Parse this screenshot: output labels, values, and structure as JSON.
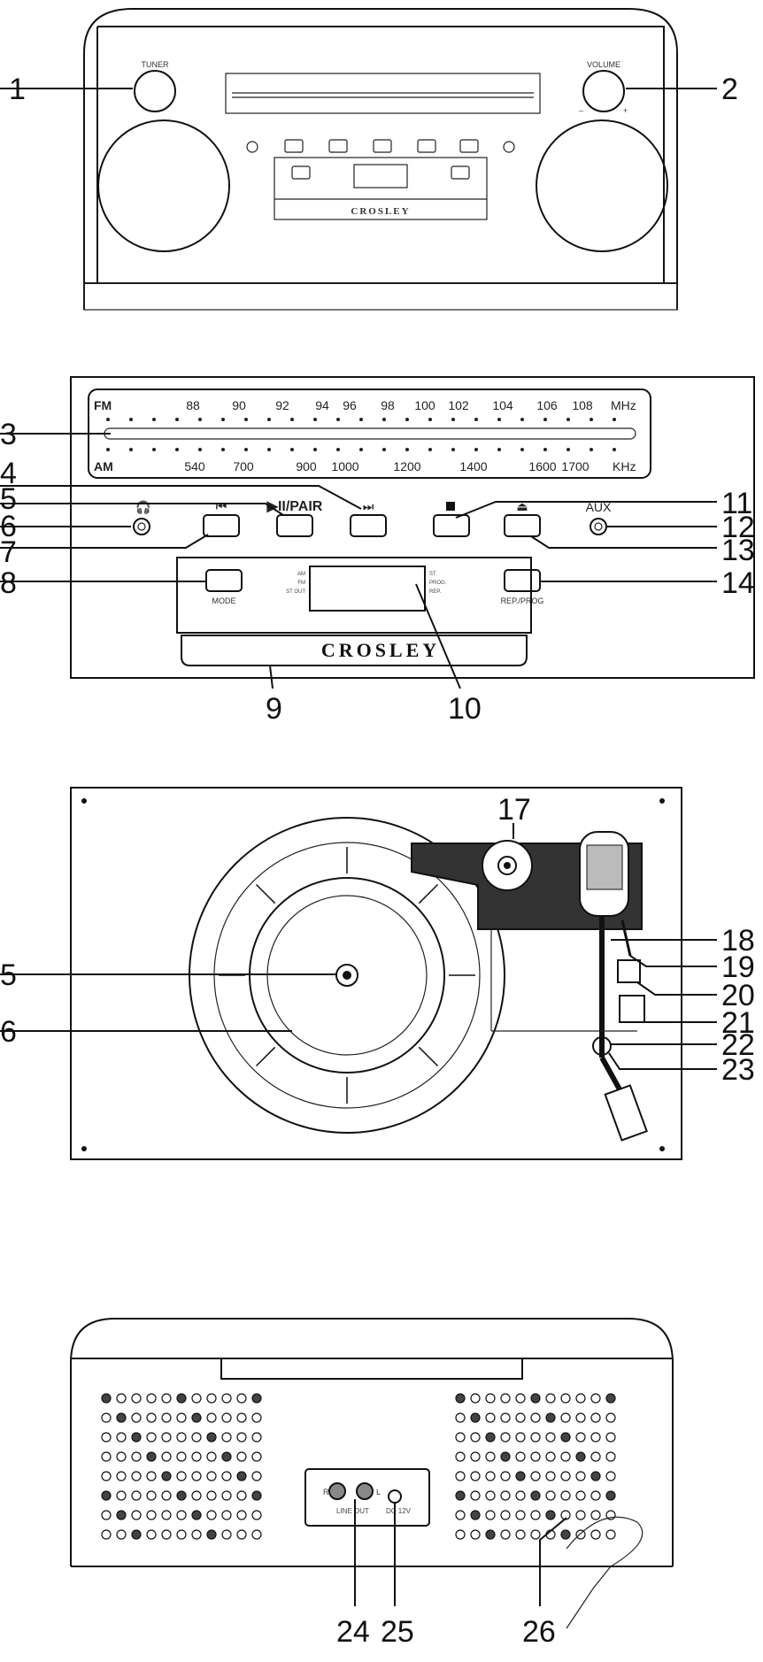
{
  "front_view": {
    "knob_left_label": "TUNER",
    "knob_right_label": "VOLUME",
    "volume_minus": "–",
    "volume_plus": "+",
    "brand": "CROSLEY"
  },
  "detail_view": {
    "fm_label": "FM",
    "fm_ticks": [
      "88",
      "90",
      "92",
      "94",
      "96",
      "98",
      "100",
      "102",
      "104",
      "106",
      "108"
    ],
    "fm_unit": "MHz",
    "am_label": "AM",
    "am_ticks": [
      "540",
      "700",
      "900",
      "1000",
      "1200",
      "1400",
      "1600",
      "1700"
    ],
    "am_unit": "KHz",
    "play_pair_label": "▶II/PAIR",
    "aux_label": "AUX",
    "mode_label": "MODE",
    "rep_prog_label": "REP./PROG",
    "display_left": [
      "AM",
      "FM",
      "ST OUT"
    ],
    "display_right": [
      "ST",
      "PROG.",
      "REP."
    ],
    "brand": "CROSLEY"
  },
  "back_view": {
    "jack_r": "R",
    "jack_l": "L",
    "line_out_label": "LINE OUT",
    "dc_label": "DC 12V"
  },
  "callouts": [
    "1",
    "2",
    "3",
    "4",
    "5",
    "6",
    "7",
    "8",
    "9",
    "10",
    "11",
    "12",
    "13",
    "14",
    "17",
    "5",
    "6",
    "18",
    "19",
    "20",
    "21",
    "22",
    "23",
    "24",
    "25",
    "26"
  ]
}
